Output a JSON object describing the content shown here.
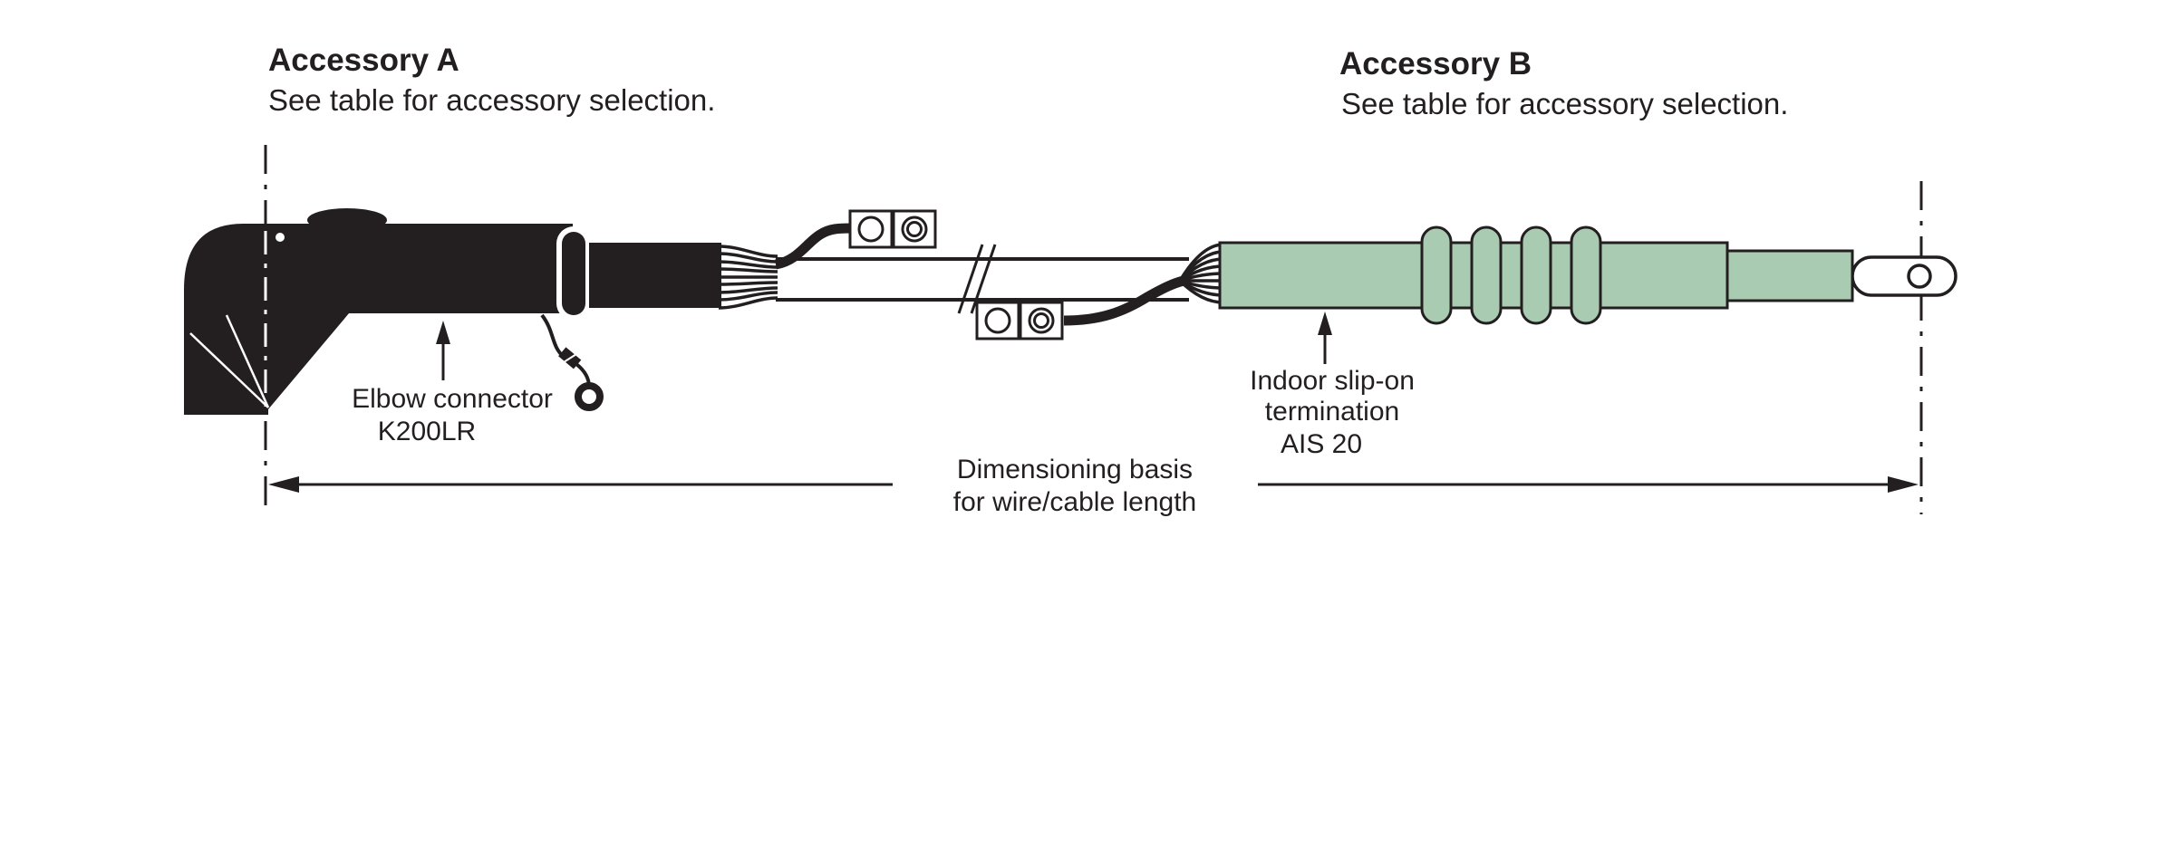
{
  "accessory_a": {
    "title": "Accessory A",
    "note": "See table for accessory selection."
  },
  "accessory_b": {
    "title": "Accessory B",
    "note": "See table for accessory selection."
  },
  "elbow_label": {
    "line1": "Elbow connector",
    "line2": "K200LR"
  },
  "termination_label": {
    "line1": "Indoor slip-on",
    "line2": "termination",
    "line3": "AIS 20"
  },
  "dimension_label": {
    "line1": "Dimensioning basis",
    "line2": "for wire/cable length"
  },
  "colors": {
    "ink": "#231f20",
    "termination_green": "#a9cbb1",
    "background": "#ffffff"
  }
}
